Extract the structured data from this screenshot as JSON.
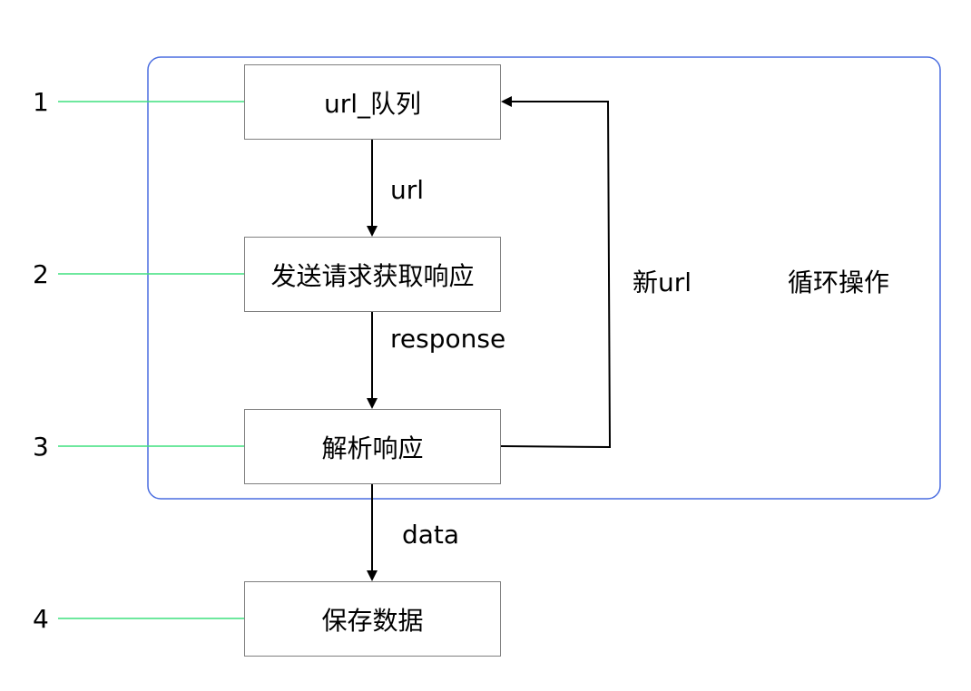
{
  "steps": [
    {
      "number": "1",
      "text": "url_队列"
    },
    {
      "number": "2",
      "text": "发送请求获取响应"
    },
    {
      "number": "3",
      "text": "解析响应"
    },
    {
      "number": "4",
      "text": "保存数据"
    }
  ],
  "edges": {
    "url": "url",
    "response": "response",
    "data": "data",
    "new_url": "新url"
  },
  "loop_label": "循环操作",
  "colors": {
    "loop_border": "#4a6de0",
    "step_line": "#3fe07f",
    "box_border": "#7f7f7f",
    "arrow": "#000000"
  }
}
